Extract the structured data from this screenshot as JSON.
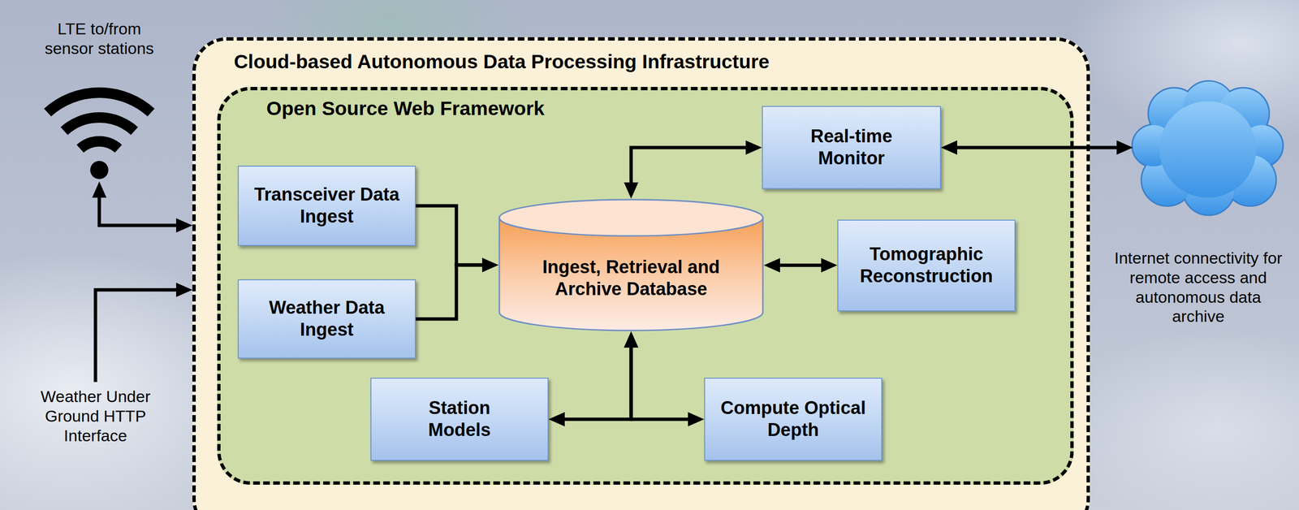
{
  "diagram": {
    "nodes": [
      {
        "text": [
          "LTE to/from sensor stations"
        ]
      },
      {
        "text": [
          "Cloud-based Autonomous Data Processing Infrastructure"
        ]
      },
      {
        "text": [
          "Open Source Web Framework"
        ],
        "in": 1
      },
      {
        "text": [
          "Real-time Monitor"
        ],
        "in": 2
      },
      {
        "text": [
          "Transceiver Data Ingest"
        ],
        "in": 2
      },
      {
        "text": [
          "Ingest, Retrieval and Archive Database"
        ],
        "in": 2
      },
      {
        "text": [
          "Tomographic Reconstruction"
        ],
        "in": 2
      },
      {
        "text": [
          "Weather Data Ingest"
        ],
        "in": 2
      },
      {
        "text": [
          "Station Models"
        ],
        "in": 2
      },
      {
        "text": [
          "Compute Optical Depth"
        ],
        "in": 2
      },
      {
        "text": [
          "Internet connectivity for remote access and autonomous data archive"
        ]
      },
      {
        "text": [
          "Weather Under Ground HTTP Interface"
        ]
      }
    ],
    "edges": [
      {
        "from": 0,
        "to": 1,
        "arrow": "both"
      },
      {
        "from": 11,
        "to": 1,
        "arrow": "to"
      },
      {
        "from": 4,
        "to": 5,
        "arrow": "to"
      },
      {
        "from": 7,
        "to": 5,
        "arrow": "to"
      },
      {
        "from": 3,
        "to": 5,
        "arrow": "both"
      },
      {
        "from": 5,
        "to": 6,
        "arrow": "both"
      },
      {
        "from": 8,
        "to": 5,
        "arrow": "both"
      },
      {
        "from": 9,
        "to": 5,
        "arrow": "both"
      },
      {
        "from": 3,
        "to": 10,
        "arrow": "both"
      }
    ]
  }
}
